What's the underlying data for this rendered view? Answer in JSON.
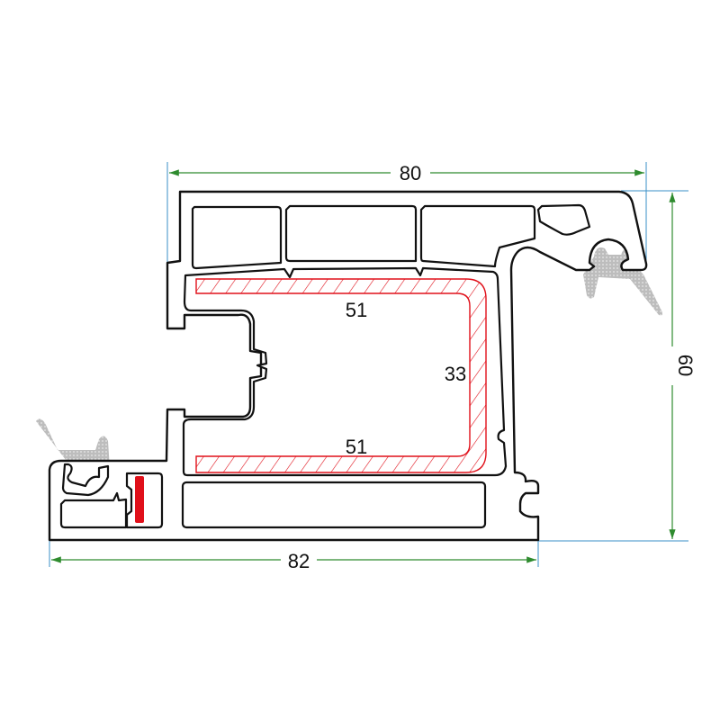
{
  "dimensions": {
    "top_width": "80",
    "bottom_width": "82",
    "height": "60",
    "reinforcement_top": "51",
    "reinforcement_side": "33",
    "reinforcement_bottom": "51"
  },
  "colors": {
    "dimension_line": "#2e8b2e",
    "extension_line": "#3a8fc7",
    "reinforcement": "#e0101a",
    "gasket": "#bdbdbd",
    "profile_outline": "#111111"
  }
}
